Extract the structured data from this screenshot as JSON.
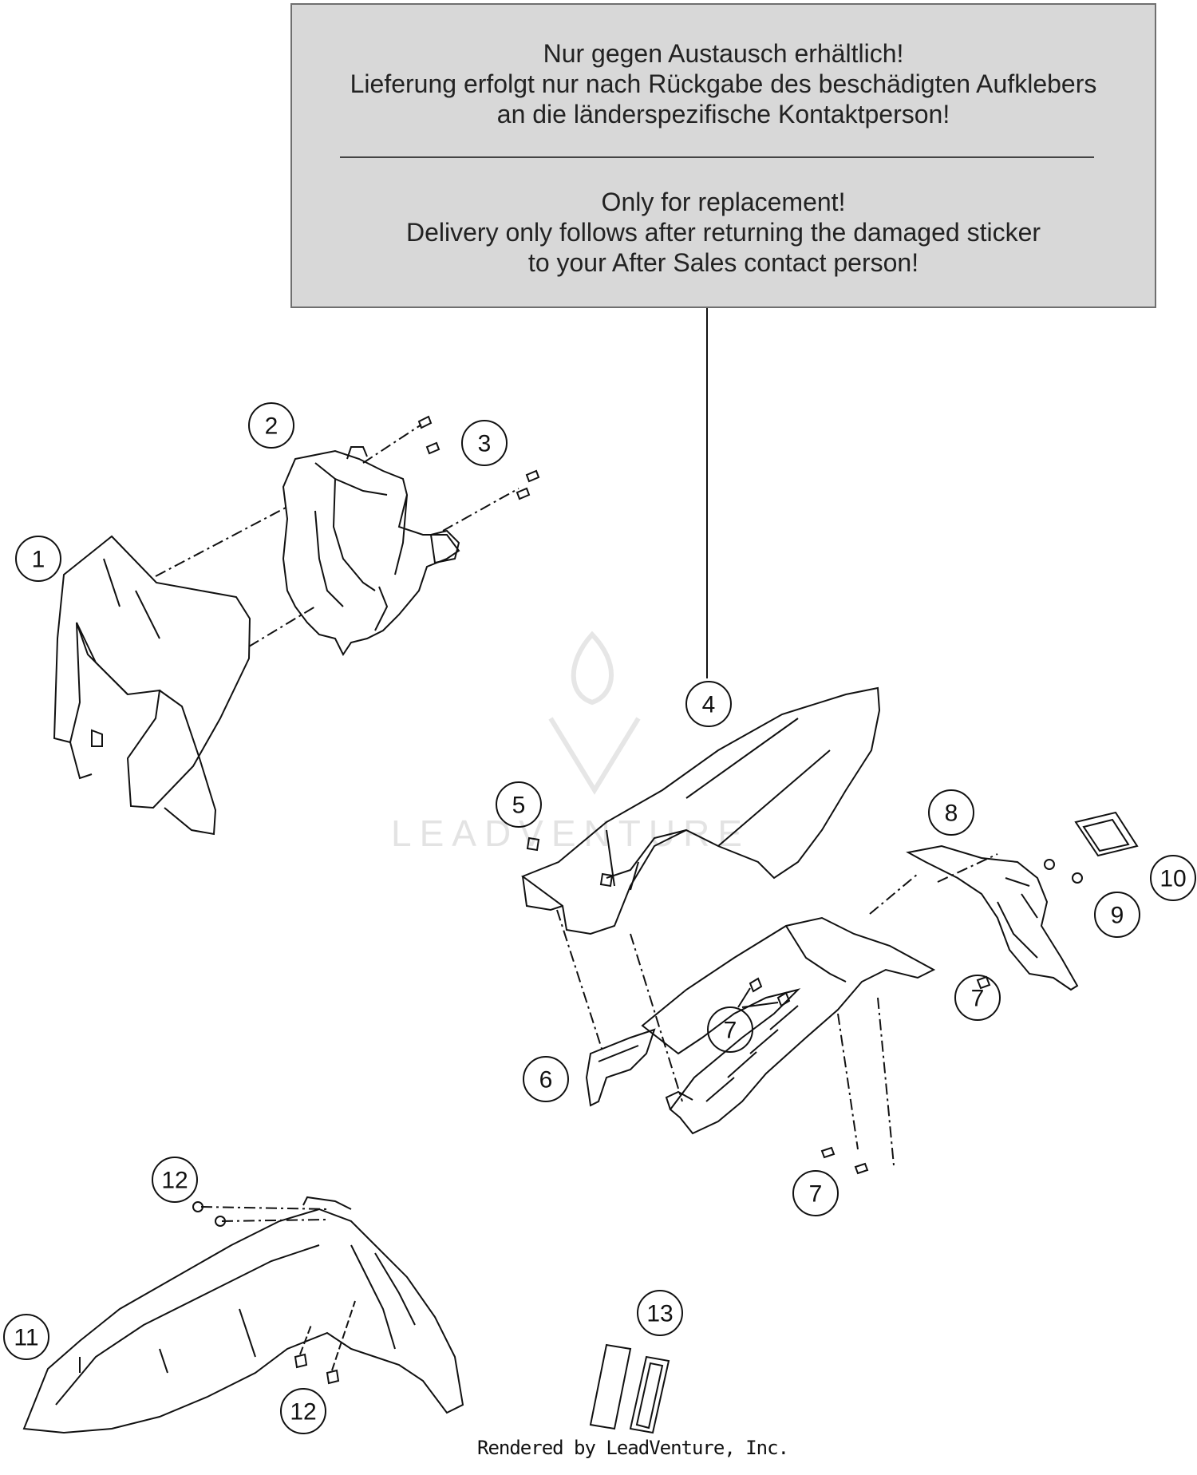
{
  "notice": {
    "de_lines": [
      "Nur gegen Austausch erhältlich!",
      "Lieferung erfolgt nur nach Rückgabe des beschädigten Aufklebers",
      "an die länderspezifische Kontaktperson!"
    ],
    "en_lines": [
      "Only for replacement!",
      "Delivery only follows after returning the damaged sticker",
      "to your After Sales contact person!"
    ]
  },
  "callouts": {
    "c1": "1",
    "c2": "2",
    "c3": "3",
    "c4": "4",
    "c5": "5",
    "c6": "6",
    "c7a": "7",
    "c7b": "7",
    "c7c": "7",
    "c8": "8",
    "c9": "9",
    "c10": "10",
    "c11": "11",
    "c12a": "12",
    "c12b": "12",
    "c13": "13"
  },
  "watermark": "LEADVENTURE",
  "footer": "Rendered by LeadVenture, Inc.",
  "colors": {
    "notice_bg": "#d8d8d8",
    "line": "#111111",
    "watermark": "#e3e3e3"
  }
}
